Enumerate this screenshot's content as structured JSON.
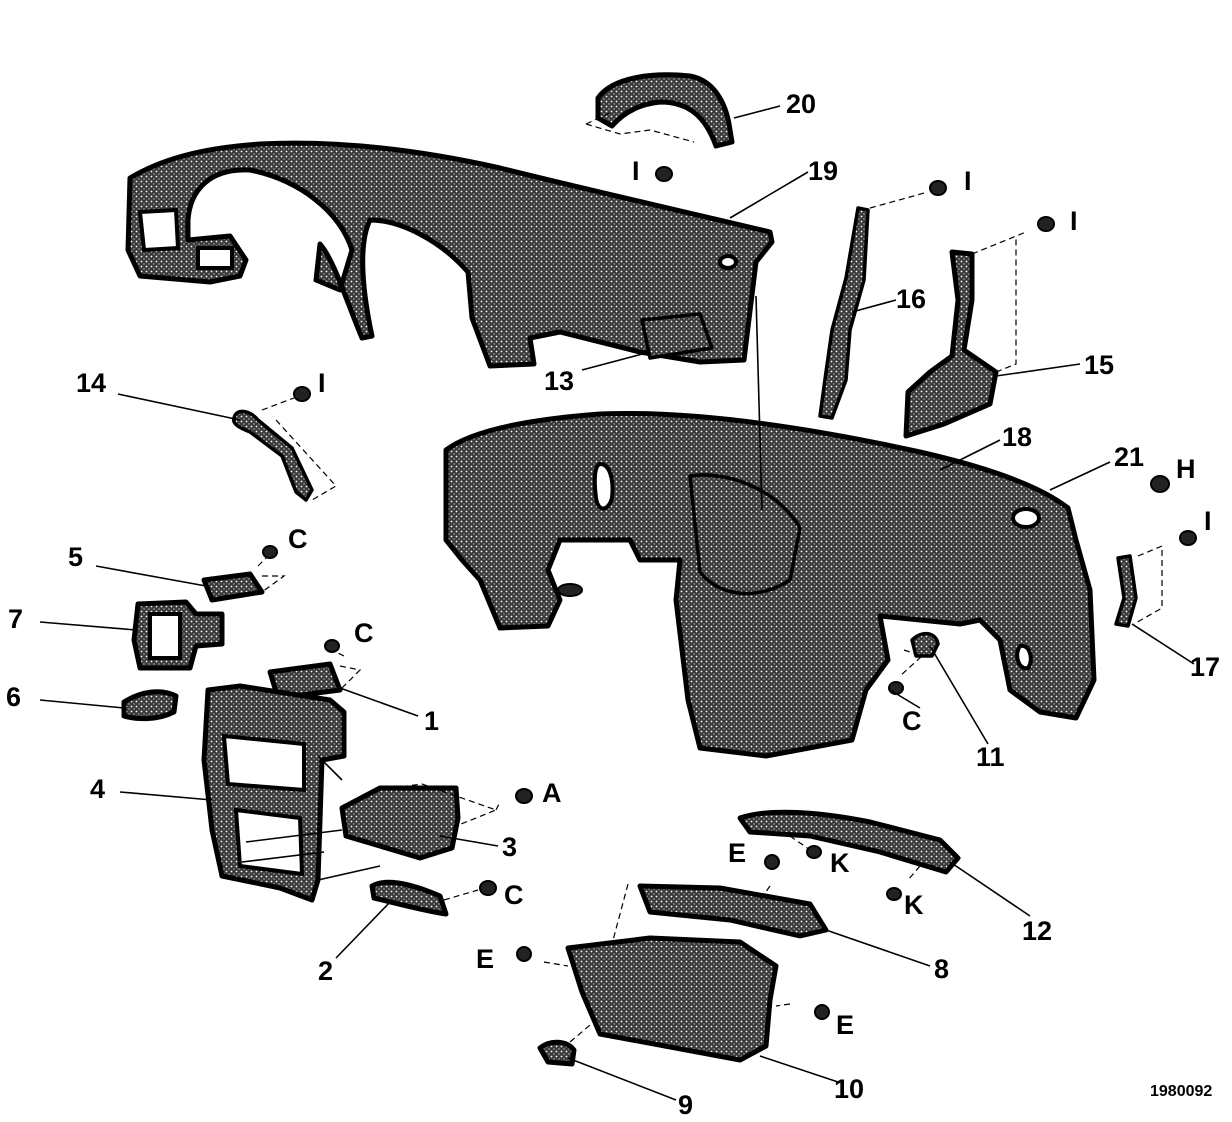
{
  "figure_code": "1980092",
  "callouts": {
    "p1": "1",
    "p2": "2",
    "p3": "3",
    "p4": "4",
    "p5": "5",
    "p6": "6",
    "p7": "7",
    "p8": "8",
    "p9": "9",
    "p10": "10",
    "p11": "11",
    "p12": "12",
    "p13": "13",
    "p14": "14",
    "p15": "15",
    "p16": "16",
    "p17": "17",
    "p18": "18",
    "p19": "19",
    "p20": "20",
    "p21": "21"
  },
  "fasteners": {
    "a": "A",
    "c1": "C",
    "c2": "C",
    "c3": "C",
    "c4": "C",
    "e1": "E",
    "e2": "E",
    "e3": "E",
    "h": "H",
    "i1": "I",
    "i2": "I",
    "i3": "I",
    "i4": "I",
    "i5": "I",
    "k1": "K",
    "k2": "K"
  }
}
